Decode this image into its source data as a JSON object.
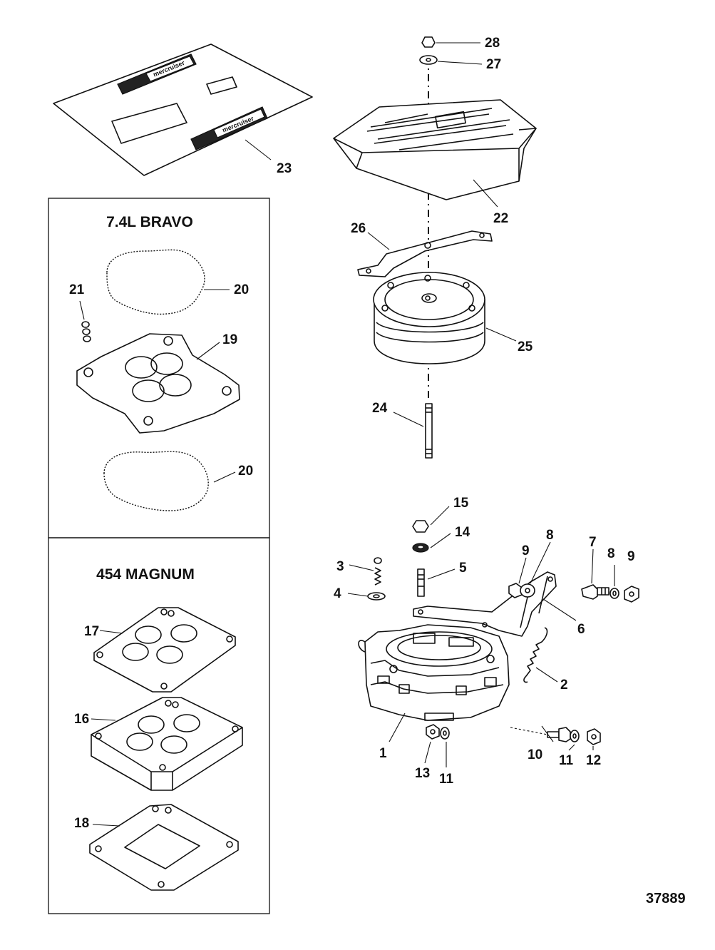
{
  "figure_number": "37889",
  "sections": {
    "bravo_title": "7.4L BRAVO",
    "magnum_title": "454 MAGNUM"
  },
  "decal_text": "mercruiser",
  "callouts": {
    "c1": "1",
    "c2": "2",
    "c3": "3",
    "c4": "4",
    "c5": "5",
    "c6": "6",
    "c7": "7",
    "c8a": "8",
    "c8b": "8",
    "c9a": "9",
    "c9b": "9",
    "c10": "10",
    "c11a": "11",
    "c11b": "11",
    "c12": "12",
    "c13": "13",
    "c14": "14",
    "c15": "15",
    "c16": "16",
    "c17": "17",
    "c18": "18",
    "c19": "19",
    "c20a": "20",
    "c20b": "20",
    "c21": "21",
    "c22": "22",
    "c23": "23",
    "c24": "24",
    "c25": "25",
    "c26": "26",
    "c27": "27",
    "c28": "28"
  }
}
